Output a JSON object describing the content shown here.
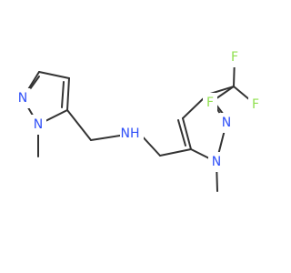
{
  "molecule": {
    "atoms": {
      "n1_left": {
        "symbol": "N",
        "color": "#3050F8"
      },
      "n2_left": {
        "symbol": "N",
        "color": "#3050F8"
      },
      "nh": {
        "symbol": "NH",
        "color": "#3050F8"
      },
      "n1_right": {
        "symbol": "N",
        "color": "#3050F8"
      },
      "n2_right": {
        "symbol": "N",
        "color": "#3050F8"
      },
      "f_top": {
        "symbol": "F",
        "color": "#90E050"
      },
      "f_right": {
        "symbol": "F",
        "color": "#90E050"
      },
      "f_left": {
        "symbol": "F",
        "color": "#90E050"
      }
    },
    "bond_color": "#333333"
  }
}
